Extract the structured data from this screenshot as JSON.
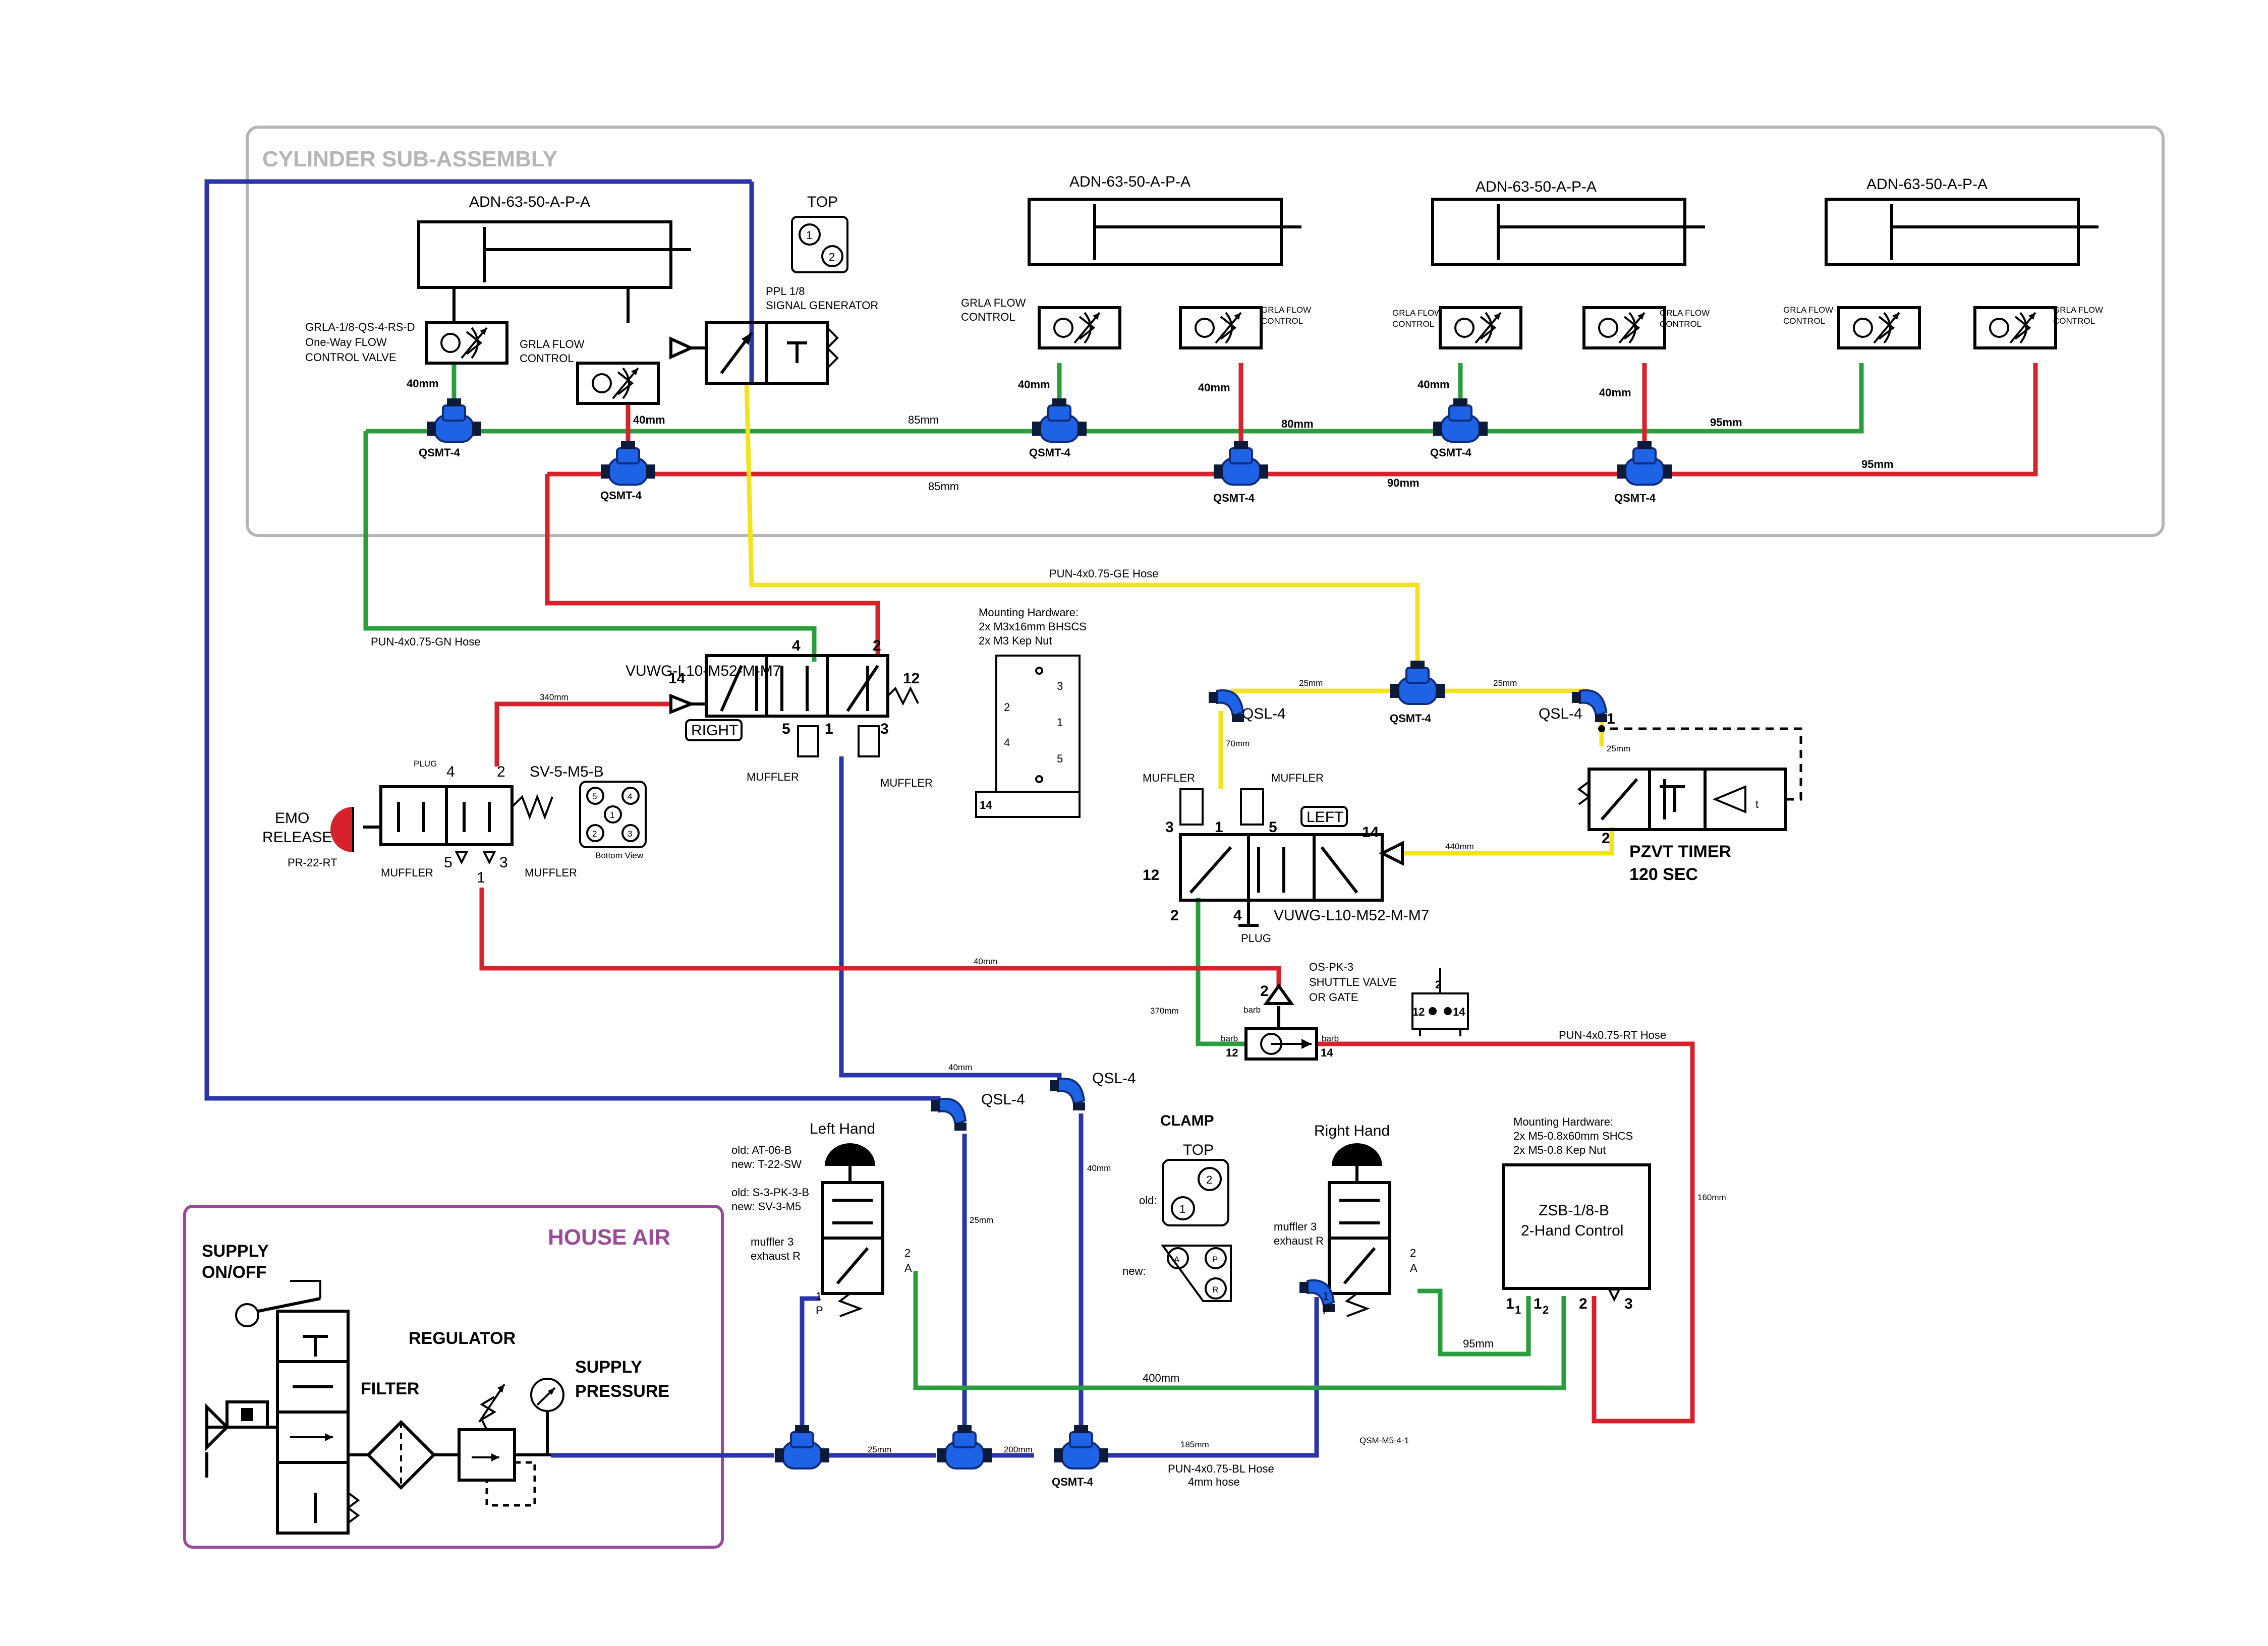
{
  "cylinder_sub_assembly": {
    "title": "CYLINDER SUB-ASSEMBLY",
    "cylinder_model": "ADN-63-50-A-P-A",
    "flow_valve_label_main": "GRLA-1/8-QS-4-RS-D",
    "flow_valve_desc_1": "One-Way FLOW",
    "flow_valve_desc_2": "CONTROL VALVE",
    "grla_1": "GRLA FLOW",
    "grla_2": "CONTROL",
    "signal_gen_1": "PPL 1/8",
    "signal_gen_2": "SIGNAL GENERATOR",
    "top_label": "TOP",
    "tee": "QSMT-4",
    "len_40": "40mm",
    "len_85": "85mm",
    "len_80": "80mm",
    "len_90": "90mm",
    "len_95": "95mm"
  },
  "hoses": {
    "yellow": "PUN-4x0.75-GE Hose",
    "green": "PUN-4x0.75-GN Hose",
    "red": "PUN-4x0.75-RT Hose",
    "blue": "PUN-4x0.75-BL Hose",
    "blue_sub": "4mm hose"
  },
  "mounting_1": {
    "title": "Mounting Hardware:",
    "line1": "2x M3x16mm BHSCS",
    "line2": "2x M3 Kep Nut",
    "p3": "3",
    "p2": "2",
    "p1": "1",
    "p4": "4",
    "p5": "5",
    "p14": "14"
  },
  "valve_right": {
    "model": "VUWG-L10-M52-M-M7",
    "tag": "RIGHT",
    "p4": "4",
    "p2": "2",
    "p14": "14",
    "p12": "12",
    "p5": "5",
    "p1": "1",
    "p3": "3",
    "muffler": "MUFFLER"
  },
  "emo": {
    "model": "SV-5-M5-B",
    "plug": "PLUG",
    "p4": "4",
    "p2": "2",
    "p5": "5",
    "p3": "3",
    "p1": "1",
    "muffler": "MUFFLER",
    "label1": "EMO",
    "label2": "RELEASE",
    "pr": "PR-22-RT",
    "bottom": "Bottom View",
    "len_340": "340mm"
  },
  "valve_left": {
    "model": "VUWG-L10-M52-M-M7",
    "tag": "LEFT",
    "muffler": "MUFFLER",
    "plug": "PLUG",
    "p3": "3",
    "p1": "1",
    "p5": "5",
    "p14": "14",
    "p12": "12",
    "p2": "2",
    "p4": "4",
    "len_70": "70mm",
    "len_440": "440mm",
    "len_370": "370mm"
  },
  "timer_row": {
    "qsl": "QSL-4",
    "tee": "QSMT-4",
    "len_25": "25mm",
    "timer_1": "PZVT TIMER",
    "timer_2": "120 SEC",
    "p1": "1",
    "p2": "2",
    "t": "t"
  },
  "shuttle": {
    "line1": "OS-PK-3",
    "line2": "SHUTTLE VALVE",
    "line3": "OR GATE",
    "p2": "2",
    "p12": "12",
    "p14": "14",
    "barb": "barb",
    "len_40": "40mm",
    "icon_p2": "2",
    "icon_p12": "12",
    "icon_p14": "14"
  },
  "lower": {
    "qsl": "QSL-4",
    "len_40": "40mm",
    "len_25": "25mm",
    "len_200": "200mm",
    "len_185": "185mm",
    "len_400": "400mm",
    "len_95": "95mm",
    "len_160": "160mm",
    "tee": "QSMT-4",
    "code": "QSM-M5-4-1",
    "left_hand": "Left Hand",
    "right_hand": "Right Hand",
    "old1": "old:  AT-06-B",
    "new1": "new: T-22-SW",
    "old2": "old:   S-3-PK-3-B",
    "new2": "new: SV-3-M5",
    "muffler3": "muffler  3",
    "exhaustR": "exhaust  R",
    "p2": "2",
    "pA": "A",
    "p1": "1",
    "pP": "P",
    "clamp": "CLAMP",
    "top": "TOP",
    "old": "old:",
    "new": "new:",
    "c1": "1",
    "c2": "2",
    "cA": "A",
    "cP": "P",
    "cR": "R"
  },
  "two_hand": {
    "mount_title": "Mounting Hardware:",
    "mount_1": "2x M5-0.8x60mm SHCS",
    "mount_2": "2x M5-0.8 Kep Nut",
    "model": "ZSB-1/8-B",
    "desc": "2-Hand Control",
    "p11": "1",
    "p11s": "1",
    "p12": "1",
    "p12s": "2",
    "p2": "2",
    "p3": "3"
  },
  "house_air": {
    "title": "HOUSE AIR",
    "supply_1": "SUPPLY",
    "supply_2": "ON/OFF",
    "filter": "FILTER",
    "regulator": "REGULATOR",
    "pressure_1": "SUPPLY",
    "pressure_2": "PRESSURE"
  },
  "colors": {
    "blue_hose": "#2b34a8",
    "green_hose": "#2a9e3c",
    "red_hose": "#d8222b",
    "yellow_hose": "#f2e41c",
    "house_air_frame": "#9b4a9b",
    "sub_assembly_frame": "#b5b5b5"
  }
}
